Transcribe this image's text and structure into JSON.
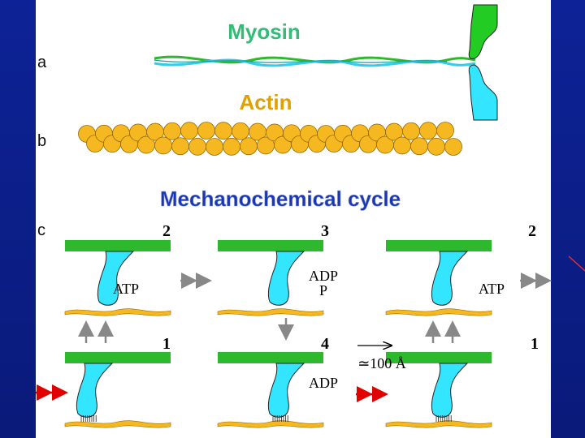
{
  "panel_a": {
    "label": "a",
    "title": "Myosin"
  },
  "panel_b": {
    "label": "b",
    "title": "Actin"
  },
  "panel_c": {
    "label": "c",
    "title": "Mechanochemical cycle",
    "states": [
      "2",
      "3",
      "2",
      "1",
      "4",
      "1"
    ],
    "nucleotides": [
      "ATP",
      "ADP",
      "P",
      "ATP",
      "ADP"
    ],
    "step_size": "≃100 Å"
  },
  "colors": {
    "myosin_green": "#22cc22",
    "myosin_blue": "#33e5ff",
    "actin": "#f5b820",
    "filament": "#2db82d",
    "arrow_red": "#e00000",
    "arrow_gray": "#888888"
  }
}
